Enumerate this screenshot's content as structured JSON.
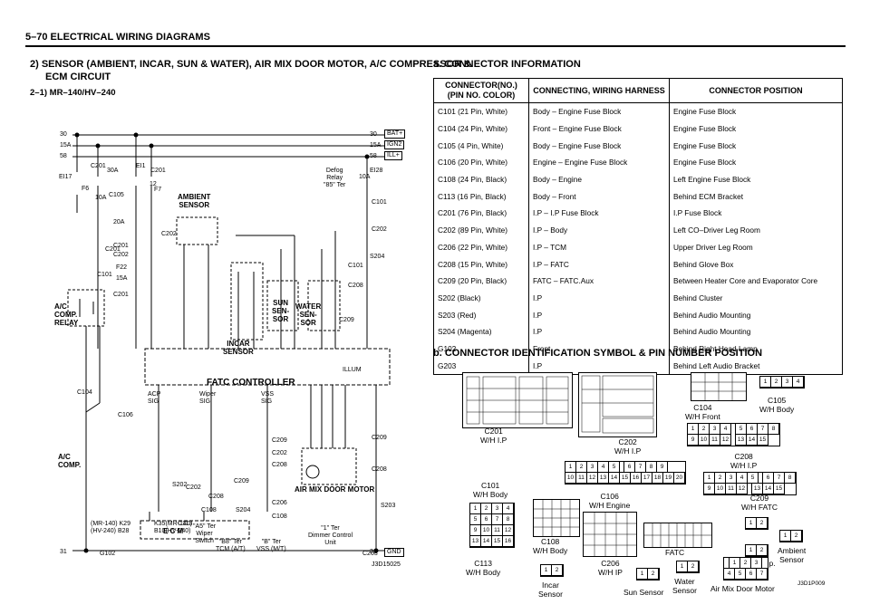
{
  "page": {
    "header": "5–70   ELECTRICAL WIRING DIAGRAMS",
    "section_title_1": "2) SENSOR (AMBIENT, INCAR, SUN & WATER), AIR MIX DOOR MOTOR, A/C COMPRESSOR &",
    "section_title_2": "ECM CIRCUIT",
    "subsection": "2–1) MR–140/HV–240",
    "connector_info_title": "a. CONNECTOR INFORMATION",
    "connector_id_title": "b. CONNECTOR IDENTIFICATION SYMBOL & PIN NUMBER POSITION",
    "diagram_code": "J3D15025",
    "id_code": "J3D1P009"
  },
  "table": {
    "headers": [
      "CONNECTOR(NO.)\n(PIN NO. COLOR)",
      "CONNECTING, WIRING HARNESS",
      "CONNECTOR POSITION"
    ],
    "rows": [
      [
        "C101 (21 Pin, White)",
        "Body – Engine Fuse Block",
        "Engine Fuse Block"
      ],
      [
        "C104 (24 Pin, White)",
        "Front – Engine Fuse Block",
        "Engine Fuse Block"
      ],
      [
        "C105 (4 Pin, White)",
        "Body – Engine Fuse Block",
        "Engine Fuse Block"
      ],
      [
        "C106 (20 Pin, White)",
        "Engine – Engine Fuse Block",
        "Engine Fuse Block"
      ],
      [
        "C108 (24 Pin, Black)",
        "Body – Engine",
        "Left Engine Fuse Block"
      ],
      [
        "C113 (16 Pin, Black)",
        "Body – Front",
        "Behind ECM Bracket"
      ],
      [
        "C201 (76 Pin, Black)",
        "I.P – I.P Fuse Block",
        "I.P Fuse Block"
      ],
      [
        "C202 (89 Pin, White)",
        "I.P – Body",
        "Left CO–Driver Leg Room"
      ],
      [
        "C206 (22 Pin, White)",
        "I.P – TCM",
        "Upper Driver Leg Room"
      ],
      [
        "C208 (15 Pin, White)",
        "I.P – FATC",
        "Behind Glove Box"
      ],
      [
        "C209 (20 Pin, Black)",
        "FATC – FATC.Aux",
        "Between Heater Core and Evaporator Core"
      ],
      [
        "S202 (Black)",
        "I.P",
        "Behind Cluster"
      ],
      [
        "S203 (Red)",
        "I.P",
        "Behind Audio Mounting"
      ],
      [
        "S204 (Magenta)",
        "I.P",
        "Behind Audio Mounting"
      ],
      [
        "G102",
        "Front",
        "Behind Right Head Lamp"
      ],
      [
        "G203",
        "I.P",
        "Behind Left Audio Bracket"
      ]
    ]
  },
  "wiring": {
    "rail_30": "30",
    "rail_15a": "15A",
    "rail_58": "58",
    "rail_31": "31",
    "bat": "BAT+",
    "ign2": "IGN2",
    "ill": "ILL+",
    "gnd": "GND",
    "fatc": "FATC CONTROLLER",
    "ecm": "E C M",
    "ac_relay": "A/C\nCOMP.\nRELAY",
    "ac_comp": "A/C\nCOMP.",
    "ambient": "AMBIENT\nSENSOR",
    "incar": "INCAR\nSENSOR",
    "sun": "SUN\nSEN-\nSOR",
    "water": "WATER\nSEN-\nSOR",
    "airmix": "AIR MIX DOOR MOTOR",
    "defog": "Defog\nRelay\n\"85\" Ter",
    "wiper": "\"A5\" Ter\nWiper\nSwitch",
    "tcm": "\"B8\" Ter\nTCM (A/T)",
    "vss": "\"B\" Ter\nVSS (M/T)",
    "dimmer": "\"1\" Ter\nDimmer Control\nUnit",
    "ecm_pins": "(MR-140) K29\n(HV-240) B28",
    "ecm_pins2": "K35(MR-140)\nB10(HV-240)",
    "acp": "ACP\nSIG",
    "wiper_sig": "Wiper\nSIG",
    "vss_sig": "VSS\nSIG",
    "illum": "ILLUM",
    "labels": [
      "C201",
      "F6",
      "10A",
      "EI17",
      "C105",
      "30A",
      "EI1",
      "C201",
      "12",
      "F7",
      "20A",
      "C201",
      "C202",
      "C201",
      "C202",
      "F22",
      "15A",
      "C201",
      "C101",
      "C104",
      "C106",
      "C202",
      "C108",
      "C113",
      "C209",
      "C208",
      "S202",
      "S204",
      "C206",
      "C108",
      "C208",
      "C209",
      "C202",
      "S203",
      "C203",
      "G102",
      "EI28",
      "10A",
      "C101",
      "C202",
      "S204",
      "C208",
      "C101",
      "C209",
      "C208",
      "C209"
    ]
  },
  "connectors": [
    {
      "id": "C201",
      "caption": "C201\nW/H I.P"
    },
    {
      "id": "C202",
      "caption": "C202\nW/H I.P"
    },
    {
      "id": "C104",
      "caption": "C104\nW/H Front"
    },
    {
      "id": "C105",
      "caption": "C105\nW/H Body"
    },
    {
      "id": "C208",
      "caption": "C208\nW/H I.P"
    },
    {
      "id": "C101",
      "caption": "C101\nW/H Body"
    },
    {
      "id": "C106",
      "caption": "C106\nW/H Engine"
    },
    {
      "id": "C209",
      "caption": "C209\nW/H FATC"
    },
    {
      "id": "C108",
      "caption": "C108\nW/H Body"
    },
    {
      "id": "C113",
      "caption": "C113\nW/H Body"
    },
    {
      "id": "C206",
      "caption": "C206\nW/H IP"
    },
    {
      "id": "FATC",
      "caption": "FATC"
    },
    {
      "id": "ACComp",
      "caption": "A/C Comp."
    },
    {
      "id": "Ambient",
      "caption": "Ambient\nSensor"
    },
    {
      "id": "Incar",
      "caption": "Incar\nSensor"
    },
    {
      "id": "Sun",
      "caption": "Sun Sensor"
    },
    {
      "id": "Water",
      "caption": "Water\nSensor"
    },
    {
      "id": "AirMix",
      "caption": "Air Mix Door Motor"
    }
  ],
  "pins": {
    "c105": [
      "1",
      "2",
      "3",
      "4"
    ],
    "c104_r1": [
      "1",
      "2",
      "3",
      "4",
      "",
      "5",
      "6",
      "7",
      "8"
    ],
    "c104_r2": [
      "9",
      "10",
      "11",
      "12",
      "",
      "13",
      "14",
      "15"
    ],
    "c208_r1": [
      "1",
      "2",
      "3",
      "4",
      "5",
      "",
      "6",
      "7",
      "8"
    ],
    "c208_r2": [
      "9",
      "10",
      "11",
      "12",
      "",
      "13",
      "14",
      "15"
    ],
    "c202_r1": [
      "1",
      "2",
      "3",
      "4",
      "5",
      "",
      "6",
      "7",
      "8",
      "9"
    ],
    "c202_r2": [
      "10",
      "11",
      "12",
      "13",
      "14",
      "15",
      "16",
      "17",
      "18",
      "19",
      "20"
    ],
    "c101_r1": [
      "1",
      "2",
      "3",
      "4"
    ],
    "c101_r2": [
      "5",
      "6",
      "7",
      "8"
    ],
    "c101_r2b": [
      "9",
      "10",
      "11",
      "12"
    ],
    "c101_r3": [
      "13",
      "14",
      "15",
      "16"
    ],
    "c209": [
      "1",
      "2"
    ],
    "accomp": [
      "1",
      "2"
    ],
    "ambient": [
      "1",
      "2"
    ],
    "incar": [
      "1",
      "2"
    ],
    "sun": [
      "1",
      "2"
    ],
    "water": [
      "1",
      "2"
    ],
    "airmix_r1": [
      "1",
      "2",
      "3"
    ],
    "airmix_r2": [
      "4",
      "5",
      "6",
      "7"
    ]
  }
}
